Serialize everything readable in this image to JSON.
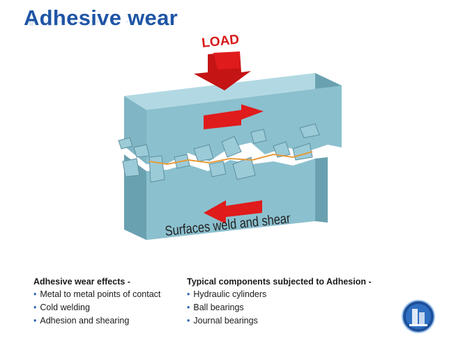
{
  "title": "Adhesive wear",
  "load_label": "LOAD",
  "caption": "Surfaces weld and shear",
  "colors": {
    "title": "#1f55a6",
    "block_front": "#8bc0ce",
    "block_top": "#b2d9e3",
    "block_side": "#6aa1b1",
    "arrow": "#e01b1b",
    "weld_line": "#e59b3a",
    "bullet": "#2a62b8"
  },
  "effects": {
    "heading": "Adhesive wear effects -",
    "items": [
      "Metal to metal points of contact",
      "Cold welding",
      "Adhesion and shearing"
    ]
  },
  "components": {
    "heading": "Typical components subjected to Adhesion -",
    "items": [
      "Hydraulic cylinders",
      "Ball bearings",
      "Journal bearings"
    ]
  },
  "logo_icon": "building-logo-icon"
}
